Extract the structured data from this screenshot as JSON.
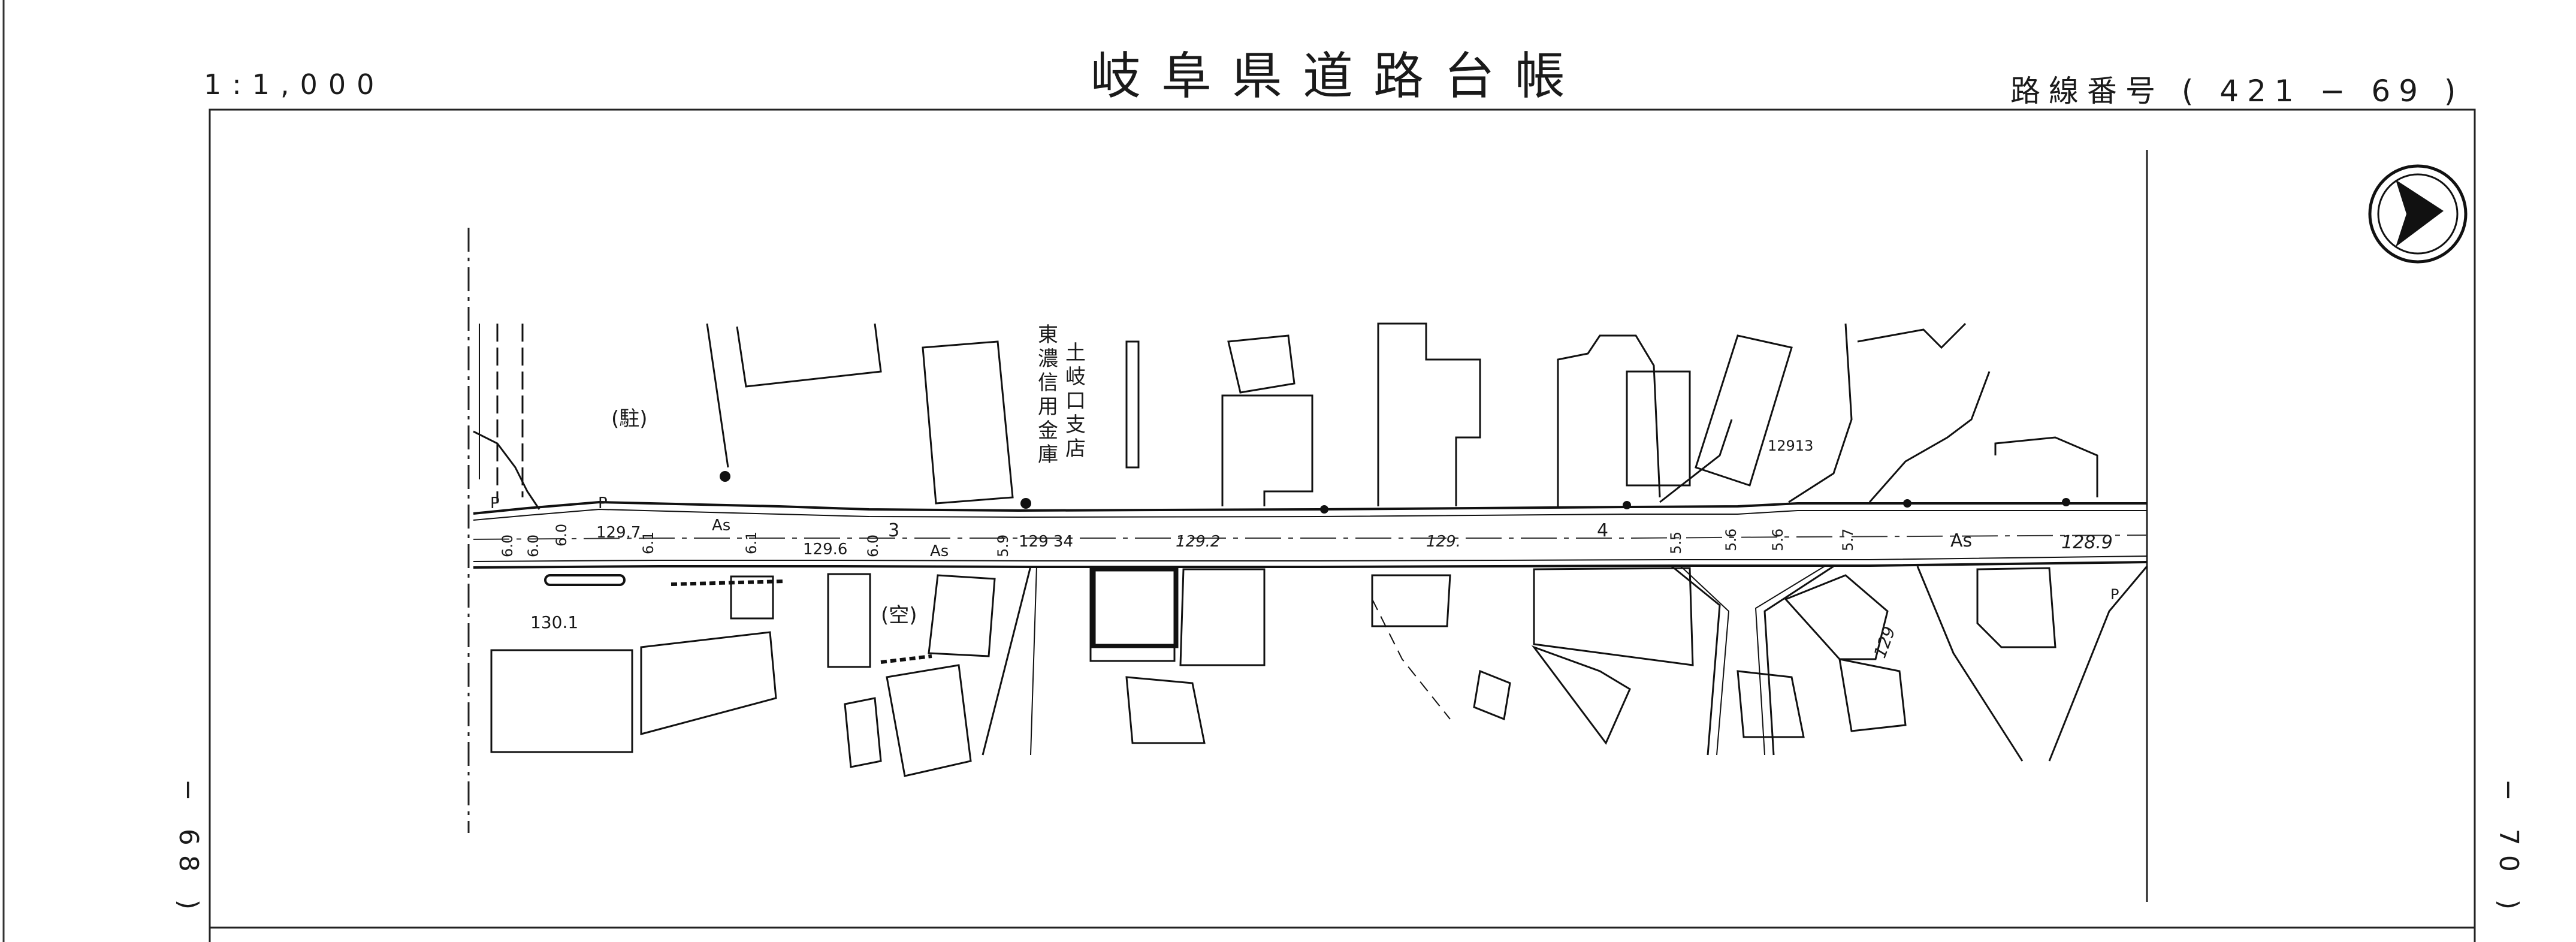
{
  "header": {
    "title": "岐阜県道路台帳",
    "scale": "1:1,000",
    "route_number": "路線番号 ( 421 − 69 )"
  },
  "sheet_links": {
    "left": "− 68 )",
    "right": "− 70 )"
  },
  "map": {
    "north_arrow": "north-arrow-icon",
    "facility_labels": [
      "(駐)",
      "(空)"
    ],
    "bank_name": [
      "東",
      "濃",
      "信",
      "用",
      "金",
      "庫"
    ],
    "branch_name": [
      "土",
      "岐",
      "口",
      "支",
      "店"
    ],
    "surface_label": "As",
    "elevations": [
      "129.7",
      "129.6",
      "129 34",
      "129.2",
      "129.",
      "12913",
      "128.9",
      "130.1",
      "129"
    ],
    "widths": [
      "6.0",
      "6.0",
      "6.0",
      "6.1",
      "6.1",
      "6.0",
      "5.9",
      "3",
      "4",
      "5.5",
      "5.6",
      "5.6",
      "5.7"
    ],
    "parking_marks": [
      "P",
      "P",
      "P"
    ]
  }
}
